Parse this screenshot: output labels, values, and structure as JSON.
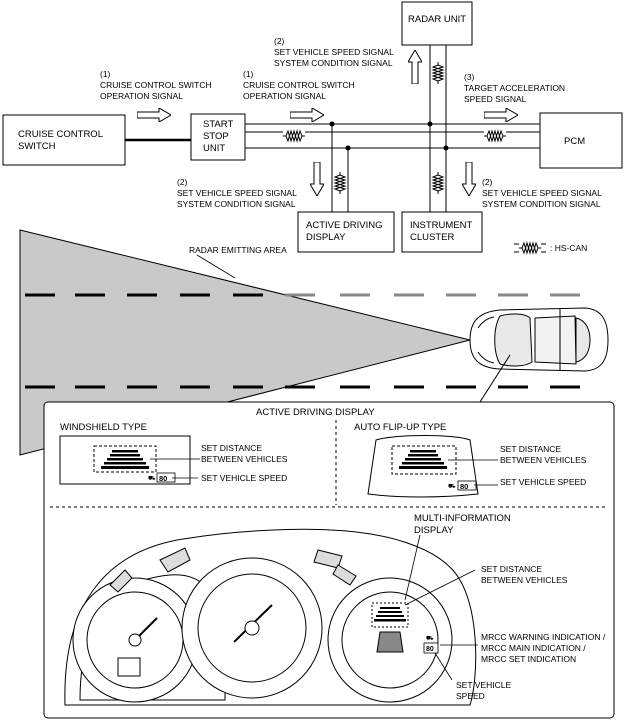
{
  "boxes": {
    "cruise_switch": [
      "CRUISE CONTROL",
      "SWITCH"
    ],
    "start_stop": [
      "START",
      "STOP",
      "UNIT"
    ],
    "radar_unit": "RADAR UNIT",
    "pcm": "PCM",
    "active_driving": [
      "ACTIVE DRIVING",
      "DISPLAY"
    ],
    "instrument_cluster": [
      "INSTRUMENT",
      "CLUSTER"
    ]
  },
  "signals": {
    "s1_left": [
      "(1)",
      "CRUISE CONTROL SWITCH",
      "OPERATION SIGNAL"
    ],
    "s1_mid": [
      "(1)",
      "CRUISE CONTROL SWITCH",
      "OPERATION SIGNAL"
    ],
    "s2_top": [
      "(2)",
      "SET VEHICLE SPEED SIGNAL",
      "SYSTEM CONDITION SIGNAL"
    ],
    "s3": [
      "(3)",
      "TARGET ACCELERATION",
      "SPEED SIGNAL"
    ],
    "s2_left": [
      "(2)",
      "SET VEHICLE SPEED SIGNAL",
      "SYSTEM CONDITION SIGNAL"
    ],
    "s2_right": [
      "(2)",
      "SET VEHICLE SPEED SIGNAL",
      "SYSTEM CONDITION SIGNAL"
    ]
  },
  "legend": {
    "hs_can": ": HS-CAN"
  },
  "radar_area": "RADAR EMITTING AREA",
  "active_display": {
    "title": "ACTIVE DRIVING DISPLAY",
    "windshield": "WINDSHIELD TYPE",
    "flipup": "AUTO FLIP-UP TYPE",
    "set_distance": [
      "SET DISTANCE",
      "BETWEEN VEHICLES"
    ],
    "set_speed": "SET VEHICLE SPEED",
    "speed_value": "80"
  },
  "cluster": {
    "mid_title": [
      "MULTI-INFORMATION",
      "DISPLAY"
    ],
    "set_distance": [
      "SET DISTANCE",
      "BETWEEN VEHICLES"
    ],
    "mrcc": [
      "MRCC WARNING INDICATION /",
      "MRCC MAIN INDICATION /",
      "MRCC SET INDICATION"
    ],
    "set_speed": [
      "SET VEHICLE",
      "SPEED"
    ],
    "speed_value": "80"
  }
}
